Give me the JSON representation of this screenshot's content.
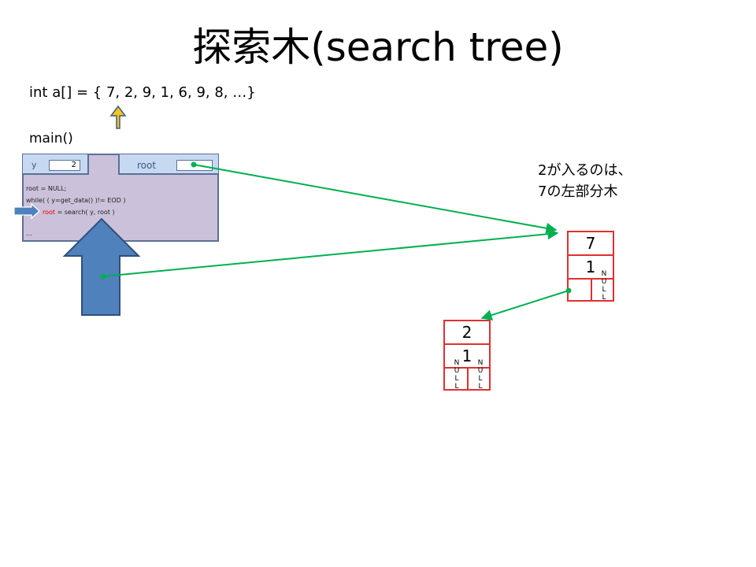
{
  "title": "探索木(search tree)",
  "array_line": "int a[] = { 7, 2, 9, 1, 6, 9, 8, …}",
  "main_label": "main()",
  "frame": {
    "y_label": "y",
    "y_value": "2",
    "root_label": "root",
    "code": [
      "root = NULL;",
      "while( ( y=get_data() )!= EOD )",
      "root",
      " = search( y, root )",
      "…"
    ]
  },
  "note": {
    "line1": "2が入るのは、",
    "line2": "7の左部分木"
  },
  "nodes": [
    {
      "value": "7",
      "count": "1",
      "left": "",
      "right": "NULL"
    },
    {
      "value": "2",
      "count": "1",
      "left": "NULL",
      "right": "NULL"
    }
  ],
  "colors": {
    "frame_fill": "#ccc1da",
    "frame_header": "#c6d9f1",
    "node_border": "#e03030",
    "pointer_arrow": "#00b050",
    "big_arrow": "#4f81bd",
    "small_arrow": "#f5c518"
  }
}
